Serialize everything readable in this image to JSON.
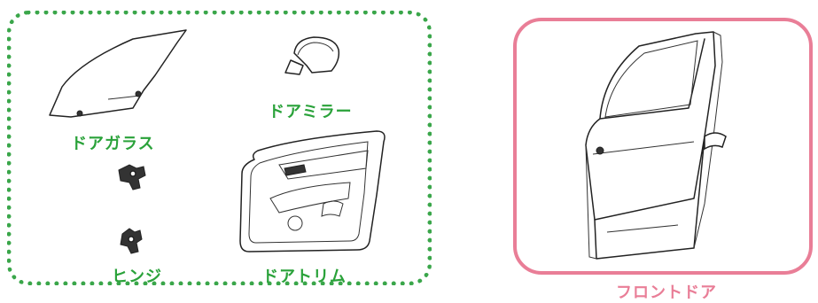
{
  "labels": {
    "door_glass": "ドアガラス",
    "door_mirror": "ドアミラー",
    "hinge": "ヒンジ",
    "door_trim": "ドアトリム",
    "front_door": "フロントドア"
  },
  "colors": {
    "green": "#2aa23a",
    "pink": "#e97e97"
  },
  "icons": [
    "door-glass-icon",
    "door-mirror-icon",
    "hinge-icon",
    "door-trim-icon",
    "front-door-icon"
  ]
}
